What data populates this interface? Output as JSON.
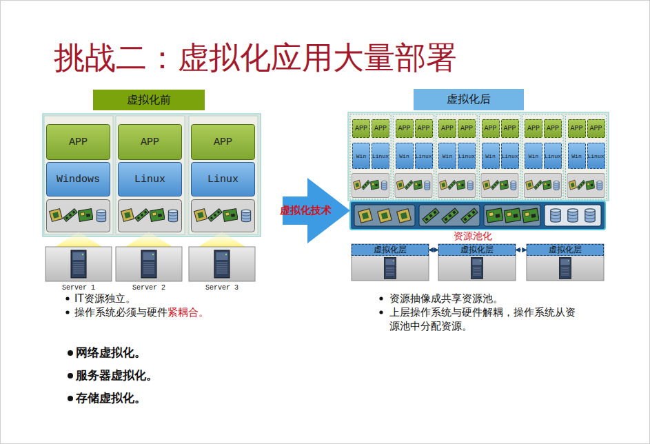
{
  "diagram": {
    "title": "挑战二：虚拟化应用大量部署",
    "nodes": [
      {
        "text": [
          "虚拟化前"
        ]
      },
      {
        "text": [
          "APP"
        ]
      },
      {
        "text": [
          "APP"
        ]
      },
      {
        "text": [
          "APP"
        ]
      },
      {
        "text": [
          "Windows"
        ]
      },
      {
        "text": [
          "Linux"
        ]
      },
      {
        "text": [
          "Linux"
        ]
      },
      {
        "text": [
          "Server 1"
        ]
      },
      {
        "text": [
          "Server 2"
        ]
      },
      {
        "text": [
          "Server 3"
        ]
      },
      {
        "text": [
          "虚拟化技术"
        ]
      },
      {
        "text": [
          "虚拟化后"
        ]
      },
      {
        "text": [
          "APP"
        ]
      },
      {
        "text": [
          "APP"
        ]
      },
      {
        "text": [
          "APP"
        ]
      },
      {
        "text": [
          "APP"
        ]
      },
      {
        "text": [
          "APP"
        ]
      },
      {
        "text": [
          "APP"
        ]
      },
      {
        "text": [
          "APP"
        ]
      },
      {
        "text": [
          "APP"
        ]
      },
      {
        "text": [
          "APP"
        ]
      },
      {
        "text": [
          "APP"
        ]
      },
      {
        "text": [
          "APP"
        ]
      },
      {
        "text": [
          "APP"
        ]
      },
      {
        "text": [
          "Win"
        ]
      },
      {
        "text": [
          "Linux"
        ]
      },
      {
        "text": [
          "Win"
        ]
      },
      {
        "text": [
          "Linux"
        ]
      },
      {
        "text": [
          "Win"
        ]
      },
      {
        "text": [
          "Linux"
        ]
      },
      {
        "text": [
          "Win"
        ]
      },
      {
        "text": [
          "Linux"
        ]
      },
      {
        "text": [
          "Win"
        ]
      },
      {
        "text": [
          "Linux"
        ]
      },
      {
        "text": [
          "Win"
        ]
      },
      {
        "text": [
          "Linux"
        ]
      },
      {
        "text": [
          "资源池化"
        ]
      },
      {
        "text": [
          "虚拟化层"
        ]
      },
      {
        "text": [
          "虚拟化层"
        ]
      },
      {
        "text": [
          "虚拟化层"
        ]
      }
    ],
    "edges": [
      {
        "from": 37,
        "to": 38,
        "arrow": "both"
      },
      {
        "from": 38,
        "to": 39,
        "arrow": "both"
      }
    ],
    "labels": [
      "IT资源独立。",
      "操作系统必须与硬件",
      "紧耦合。",
      "资源抽像成共享资源池。",
      "上层操作系统与硬件解耦，操作系统从资源池中分配资源。",
      "网络虚拟化。",
      "服务器虚拟化。",
      "存储虚拟化。"
    ]
  }
}
